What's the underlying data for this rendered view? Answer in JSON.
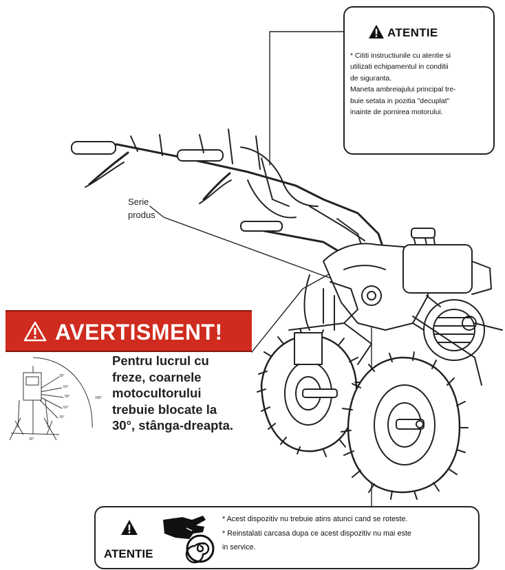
{
  "top_notice": {
    "title": "ATENTIE",
    "line1": "* Cititi instructiunile cu atentie si",
    "line2": "utilizati echipamentul in conditii",
    "line3": "de siguranta.",
    "line4": "Maneta ambreiajului principal tre-",
    "line5": "buie setata in pozitia \"decuplat\"",
    "line6": "inainte de pornirea motorului."
  },
  "serial_label": {
    "line1": "Serie",
    "line2": "produs"
  },
  "warning": {
    "title": "AVERTISMENT!",
    "line1": "Pentru lucrul cu",
    "line2": "freze, coarnele",
    "line3": "motocultorului",
    "line4": "trebuie blocate la",
    "line5": "30°, stânga-dreapta."
  },
  "bottom_notice": {
    "title": "ATENTIE",
    "line1": "* Acest dispozitiv nu trebuie atins atunci cand se roteste.",
    "line2": "* Reinstalati carcasa dupa ce acest dispozitiv nu mai este",
    "line3": "in service."
  },
  "colors": {
    "warning_red": "#cf2b1e",
    "ink": "#111111"
  }
}
